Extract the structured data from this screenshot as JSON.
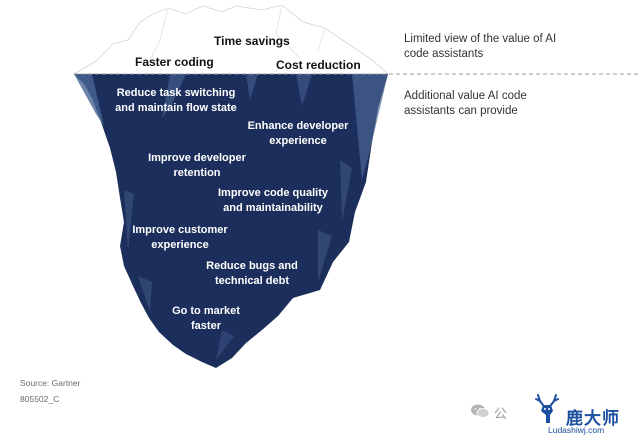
{
  "above_water": [
    {
      "name": "time-savings-label",
      "text": "Time savings"
    },
    {
      "name": "faster-coding-label",
      "text": "Faster coding"
    },
    {
      "name": "cost-reduction-label",
      "text": "Cost reduction"
    }
  ],
  "below_water": [
    {
      "name": "reduce-task-switching-label",
      "lines": [
        "Reduce task switching",
        "and maintain flow state"
      ]
    },
    {
      "name": "enhance-developer-experience-label",
      "lines": [
        "Enhance developer",
        "experience"
      ]
    },
    {
      "name": "improve-developer-retention-label",
      "lines": [
        "Improve developer",
        "retention"
      ]
    },
    {
      "name": "improve-code-quality-label",
      "lines": [
        "Improve code quality",
        "and maintainability"
      ]
    },
    {
      "name": "improve-customer-experience-label",
      "lines": [
        "Improve customer",
        "experience"
      ]
    },
    {
      "name": "reduce-bugs-label",
      "lines": [
        "Reduce bugs and",
        "technical debt"
      ]
    },
    {
      "name": "go-to-market-label",
      "lines": [
        "Go to market",
        "faster"
      ]
    }
  ],
  "side_notes": {
    "limited": "Limited view of the value of AI code assistants",
    "additional": "Additional value AI code assistants can provide"
  },
  "footer": {
    "source": "Source: Gartner",
    "code": "805502_C"
  },
  "watermark": {
    "wechat_icon": "wechat-icon",
    "wechat_text": "公",
    "logo_icon": "deer-icon",
    "site_cn": "鹿大师",
    "site_url": "Ludashiwj.com"
  },
  "colors": {
    "iceberg_below": "#1c2e5c",
    "iceberg_highlight": "#4a6592",
    "iceberg_above": "#ffffff",
    "waterline": "#9a9a9a",
    "watermark_blue": "#1b4fa0"
  }
}
